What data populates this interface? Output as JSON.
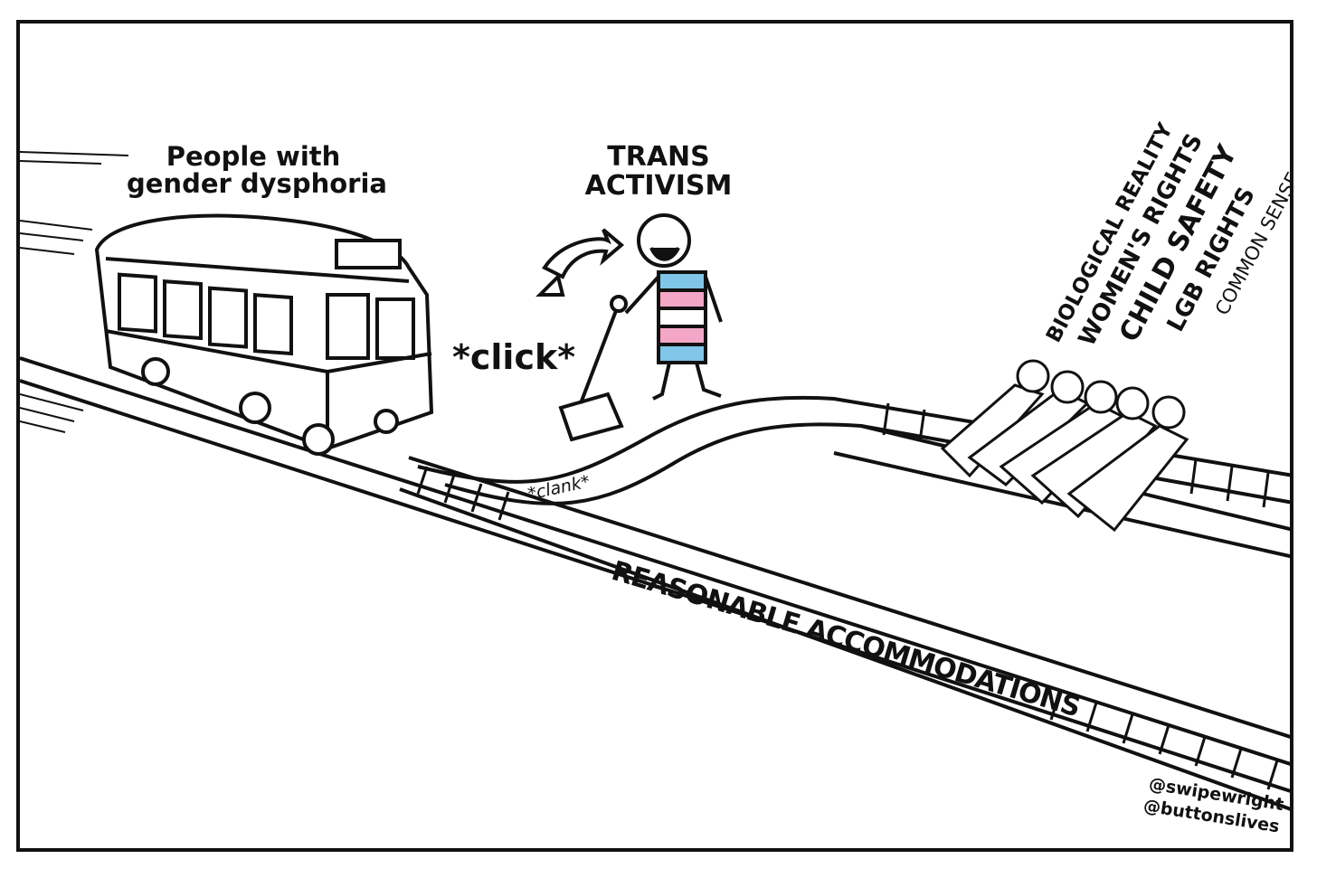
{
  "labels": {
    "trolley_line1": "People with",
    "trolley_line2": "gender dysphoria",
    "activism_line1": "TRANS",
    "activism_line2": "ACTIVISM",
    "click": "*click*",
    "clank": "*clank*",
    "track_main": "REASONABLE ACCOMMODATIONS"
  },
  "victims": [
    "BIOLOGICAL REALITY",
    "WOMEN'S RIGHTS",
    "CHILD SAFETY",
    "LGB RIGHTS",
    "COMMON SENSE"
  ],
  "credits": [
    "@swipewright",
    "@buttonslives"
  ],
  "colors": {
    "ink": "#111111",
    "flag_blue": "#7fc6e8",
    "flag_pink": "#f4a6c7",
    "flag_white": "#ffffff"
  },
  "icons": [
    "trolley-icon",
    "lever-icon",
    "switch-arrows-icon",
    "person-icon",
    "tied-people-icon"
  ]
}
